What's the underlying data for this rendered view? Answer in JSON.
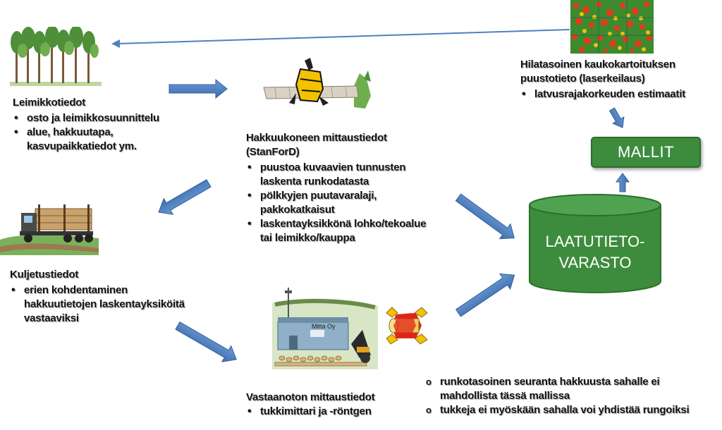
{
  "leimikko": {
    "title": "Leimikkotiedot",
    "items": [
      "osto ja leimikkosuunnittelu",
      "alue, hakkuutapa,\nkasvupaikkatiedot ym."
    ]
  },
  "hakkuukone": {
    "title": "Hakkuukoneen mittaustiedot\n(StanForD)",
    "items": [
      "puustoa kuvaavien tunnusten\nlaskenta runkodatasta",
      "pölkkyjen puutavaralaji,\npakkokatkaisut",
      "laskentayksikkönä lohko/tekoalue\ntai leimikko/kauppa"
    ]
  },
  "hilatasoinen": {
    "title": "Hilatasoinen kaukokartoituksen\npuustotieto (laserkeilaus)",
    "items": [
      "latvusrajakorkeuden estimaatit"
    ]
  },
  "mallit": {
    "label": "MALLIT"
  },
  "varasto": {
    "line1": "LAATUTIETO-",
    "line2": "VARASTO"
  },
  "kuljetus": {
    "title": "Kuljetustiedot",
    "items": [
      "erien kohdentaminen\nhakkuutietojen laskentayksiköitä\nvastaaviksi"
    ]
  },
  "vastaanotto": {
    "title": "Vastaanoton mittaustiedot",
    "items": [
      "tukkimittari ja -röntgen"
    ],
    "building_sign": "Mitta Oy"
  },
  "notes": {
    "items": [
      "runkotasoinen seuranta hakkuusta sahalle ei\nmahdollista tässä mallissa",
      "tukkeja ei myöskään sahalla voi yhdistää rungoiksi"
    ]
  },
  "colors": {
    "arrow": "#4f81bd",
    "cylinder": "#3d8c3d",
    "mallit": "#3d8c3d"
  }
}
